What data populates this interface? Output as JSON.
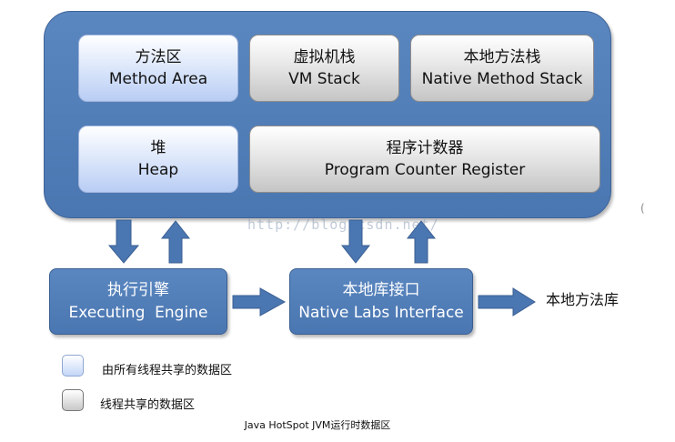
{
  "runtime_area": {
    "method_area": {
      "cn": "方法区",
      "en": "Method Area"
    },
    "vm_stack": {
      "cn": "虚拟机栈",
      "en": "VM Stack"
    },
    "native_method_stack": {
      "cn": "本地方法栈",
      "en": "Native Method Stack"
    },
    "heap": {
      "cn": "堆",
      "en": "Heap"
    },
    "pc_register": {
      "cn": "程序计数器",
      "en": "Program Counter Register"
    }
  },
  "execution_engine": {
    "cn": "执行引擎",
    "en": "Executing  Engine"
  },
  "native_interface": {
    "cn": "本地库接口",
    "en": "Native Labs Interface"
  },
  "native_library": "本地方法库",
  "legend": {
    "shared": "由所有线程共享的数据区",
    "private": "线程共享的数据区"
  },
  "caption": "Java HotSpot JVM运行时数据区",
  "watermark": "http://blog.csdn.net/",
  "colors": {
    "container_blue": "#4f7cb8",
    "shared_box_light": "#c4d6f7",
    "private_box_gray": "#c8c8c8",
    "arrow_blue": "#4a76b1"
  }
}
